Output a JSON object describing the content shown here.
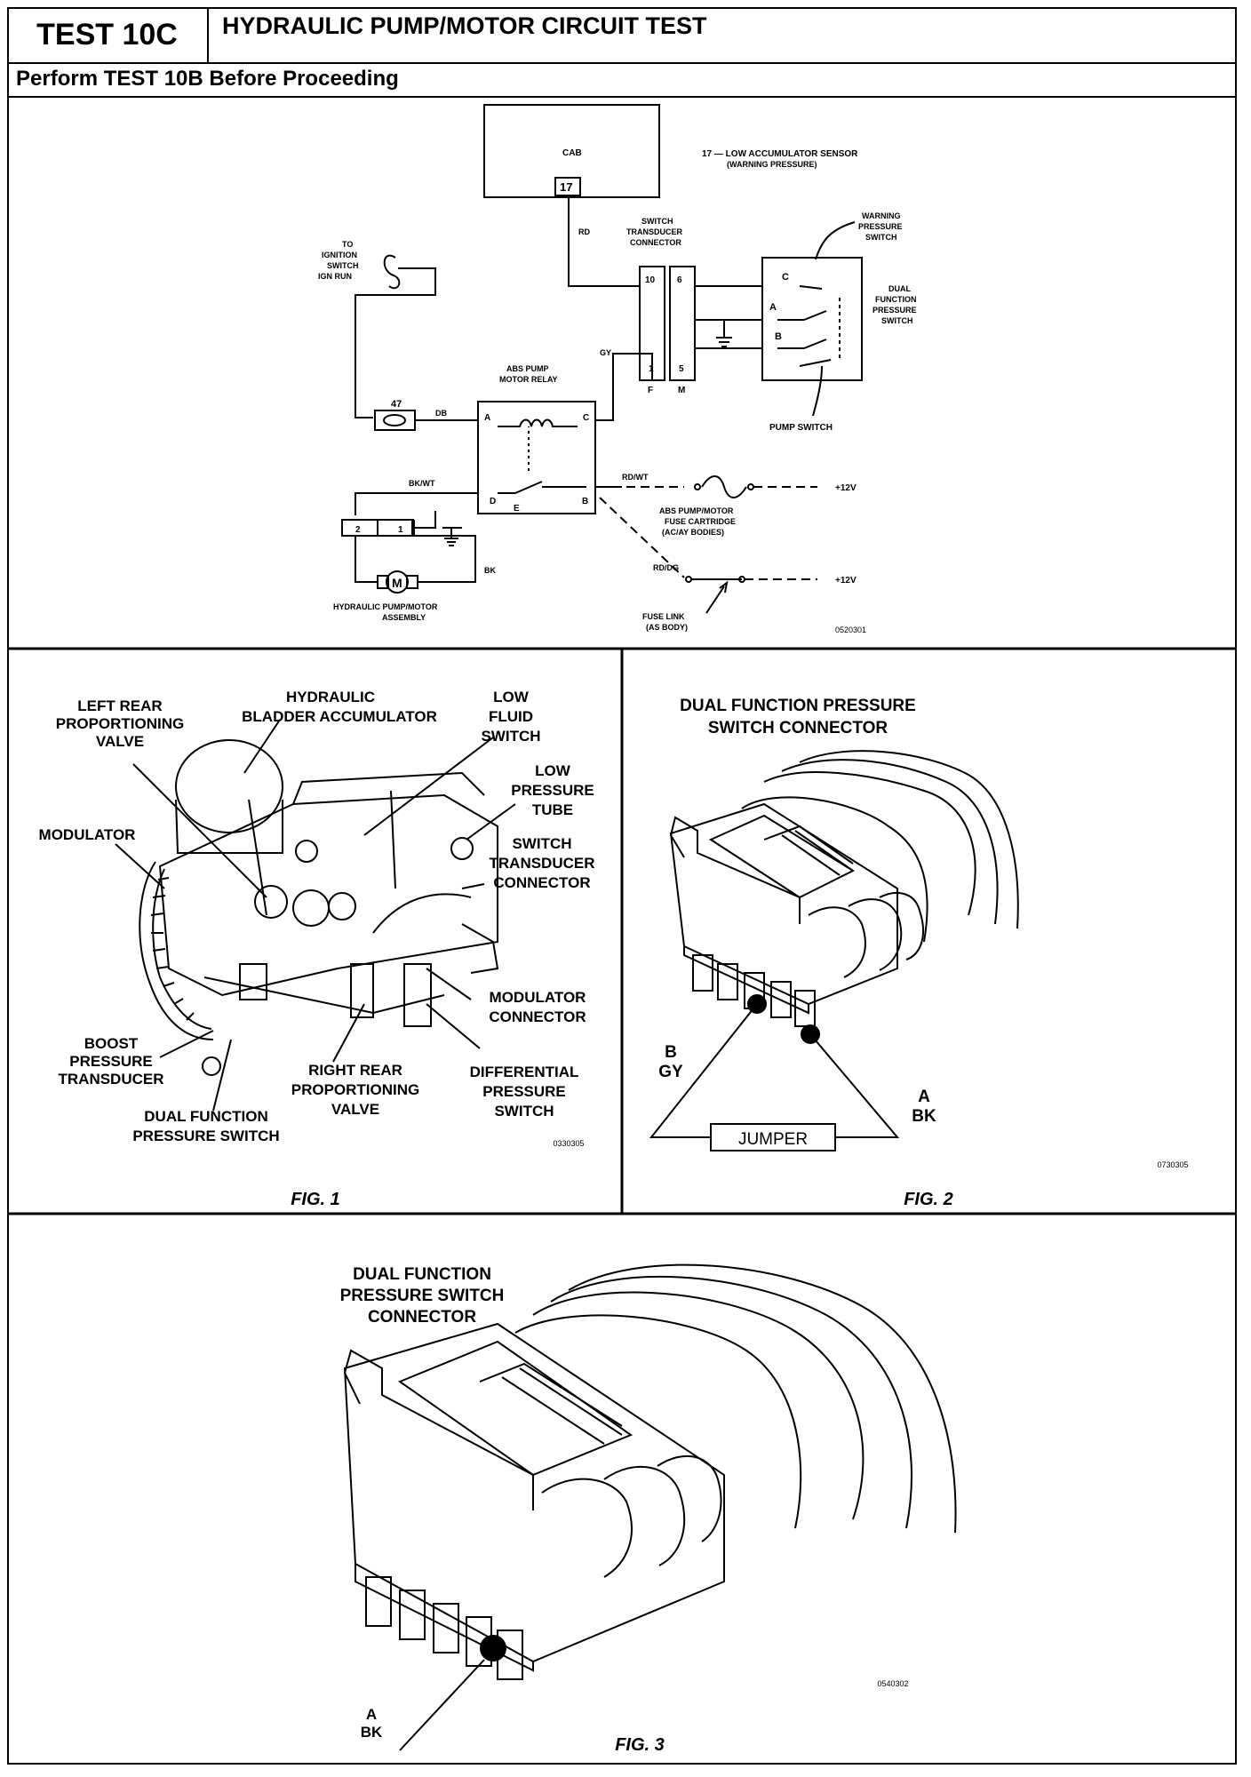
{
  "header": {
    "test_id": "TEST 10C",
    "title": "HYDRAULIC PUMP/MOTOR CIRCUIT TEST",
    "subtitle": "Perform TEST 10B Before Proceeding"
  },
  "schematic": {
    "cab": "CAB",
    "cab_pin": "17",
    "cab_pin_desc_1": "17 — LOW ACCUMULATOR SENSOR",
    "cab_pin_desc_2": "(WARNING PRESSURE)",
    "wire_rd": "RD",
    "switch_connector_1": "SWITCH",
    "switch_connector_2": "TRANSDUCER",
    "switch_connector_3": "CONNECTOR",
    "pin_10": "10",
    "pin_6": "6",
    "pin_1": "1",
    "pin_5": "5",
    "pin_f": "F",
    "pin_m": "M",
    "warning_1": "WARNING",
    "warning_2": "PRESSURE",
    "warning_3": "SWITCH",
    "dual_1": "DUAL",
    "dual_2": "FUNCTION",
    "dual_3": "PRESSURE",
    "dual_4": "SWITCH",
    "term_c": "C",
    "term_a": "A",
    "term_b": "B",
    "pump_switch": "PUMP SWITCH",
    "ign_1": "TO",
    "ign_2": "IGNITION",
    "ign_3": "SWITCH",
    "ign_4": "IGN RUN",
    "fuse_47": "47",
    "wire_db": "DB",
    "wire_gy": "GY",
    "relay_1": "ABS PUMP",
    "relay_2": "MOTOR RELAY",
    "relay_a": "A",
    "relay_c": "C",
    "relay_d": "D",
    "relay_e": "E",
    "relay_b": "B",
    "wire_bkwt": "BK/WT",
    "wire_rdwt": "RD/WT",
    "plus12_1": "+12V",
    "fuse_cart_1": "ABS PUMP/MOTOR",
    "fuse_cart_2": "FUSE CARTRIDGE",
    "fuse_cart_3": "(AC/AY BODIES)",
    "wire_rddg": "RD/DG",
    "plus12_2": "+12V",
    "fuse_link_1": "FUSE LINK",
    "fuse_link_2": "(AS BODY)",
    "motor_pin_2": "2",
    "motor_pin_1": "1",
    "motor_m": "M",
    "wire_bk": "BK",
    "motor_1": "HYDRAULIC PUMP/MOTOR",
    "motor_2": "ASSEMBLY",
    "code": "0520301"
  },
  "fig1": {
    "l_left_rear_1": "LEFT REAR",
    "l_left_rear_2": "PROPORTIONING",
    "l_left_rear_3": "VALVE",
    "l_hyd_1": "HYDRAULIC",
    "l_hyd_2": "BLADDER ACCUMULATOR",
    "l_low_fluid_1": "LOW",
    "l_low_fluid_2": "FLUID",
    "l_low_fluid_3": "SWITCH",
    "l_low_press_1": "LOW",
    "l_low_press_2": "PRESSURE",
    "l_low_press_3": "TUBE",
    "l_modulator": "MODULATOR",
    "l_switch_1": "SWITCH",
    "l_switch_2": "TRANSDUCER",
    "l_switch_3": "CONNECTOR",
    "l_mod_conn_1": "MODULATOR",
    "l_mod_conn_2": "CONNECTOR",
    "l_boost_1": "BOOST",
    "l_boost_2": "PRESSURE",
    "l_boost_3": "TRANSDUCER",
    "l_right_rear_1": "RIGHT REAR",
    "l_right_rear_2": "PROPORTIONING",
    "l_right_rear_3": "VALVE",
    "l_diff_1": "DIFFERENTIAL",
    "l_diff_2": "PRESSURE",
    "l_diff_3": "SWITCH",
    "l_dual_1": "DUAL FUNCTION",
    "l_dual_2": "PRESSURE SWITCH",
    "code": "0330305",
    "caption": "FIG. 1"
  },
  "fig2": {
    "title_1": "DUAL FUNCTION PRESSURE",
    "title_2": "SWITCH CONNECTOR",
    "b": "B",
    "gy": "GY",
    "a": "A",
    "bk": "BK",
    "jumper": "JUMPER",
    "code": "0730305",
    "caption": "FIG. 2"
  },
  "fig3": {
    "title_1": "DUAL FUNCTION",
    "title_2": "PRESSURE SWITCH",
    "title_3": "CONNECTOR",
    "a": "A",
    "bk": "BK",
    "code": "0540302",
    "caption": "FIG. 3"
  }
}
